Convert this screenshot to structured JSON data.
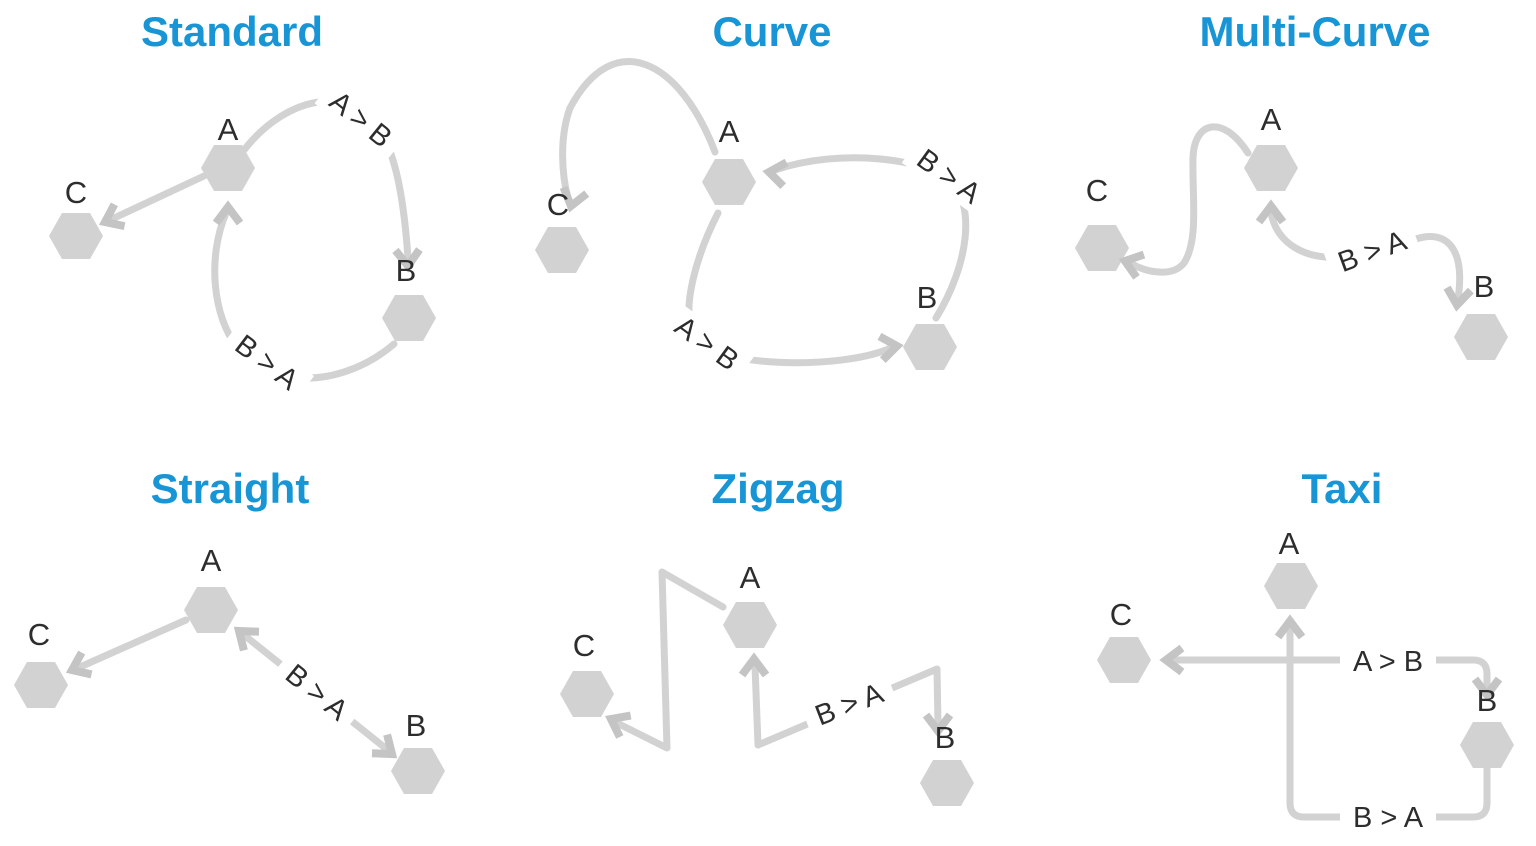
{
  "colors": {
    "accent": "#1895d5",
    "node": "#d2d2d2",
    "edge": "#d2d2d2",
    "arrow": "#c4c4c4",
    "label": "#2d2d2d",
    "label_bg": "#ffffff"
  },
  "panels": {
    "standard": {
      "title": "Standard",
      "nodes": {
        "a": "A",
        "b": "B",
        "c": "C"
      },
      "edge_labels": {
        "a_to_b": "A > B",
        "b_to_a": "B > A"
      }
    },
    "curve": {
      "title": "Curve",
      "nodes": {
        "a": "A",
        "b": "B",
        "c": "C"
      },
      "edge_labels": {
        "a_to_b": "A > B",
        "b_to_a": "B > A"
      }
    },
    "multi_curve": {
      "title": "Multi-Curve",
      "nodes": {
        "a": "A",
        "b": "B",
        "c": "C"
      },
      "edge_labels": {
        "b_to_a": "B > A"
      }
    },
    "straight": {
      "title": "Straight",
      "nodes": {
        "a": "A",
        "b": "B",
        "c": "C"
      },
      "edge_labels": {
        "b_to_a": "B > A"
      }
    },
    "zigzag": {
      "title": "Zigzag",
      "nodes": {
        "a": "A",
        "b": "B",
        "c": "C"
      },
      "edge_labels": {
        "b_to_a": "B > A"
      }
    },
    "taxi": {
      "title": "Taxi",
      "nodes": {
        "a": "A",
        "b": "B",
        "c": "C"
      },
      "edge_labels": {
        "a_to_b": "A > B",
        "b_to_a": "B > A"
      }
    }
  }
}
